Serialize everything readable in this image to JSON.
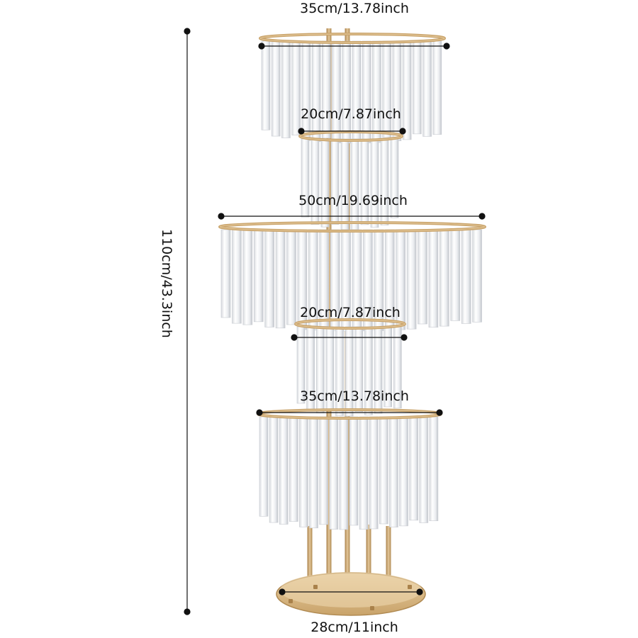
{
  "dimensions": {
    "top_tier": "35cm/13.78inch",
    "neck_upper": "20cm/7.87inch",
    "middle_tier": "50cm/19.69inch",
    "neck_lower": "20cm/7.87inch",
    "bottom_tier": "35cm/13.78inch",
    "base": "28cm/11inch",
    "height": "110cm/43.3inch"
  },
  "colors": {
    "gold": "#c9a36a",
    "gold_dark": "#a9814a",
    "gold_light": "#e3c79a",
    "crystal": "#f3f4f6",
    "crystal_edge": "#c9ccd2",
    "line": "#111111"
  }
}
